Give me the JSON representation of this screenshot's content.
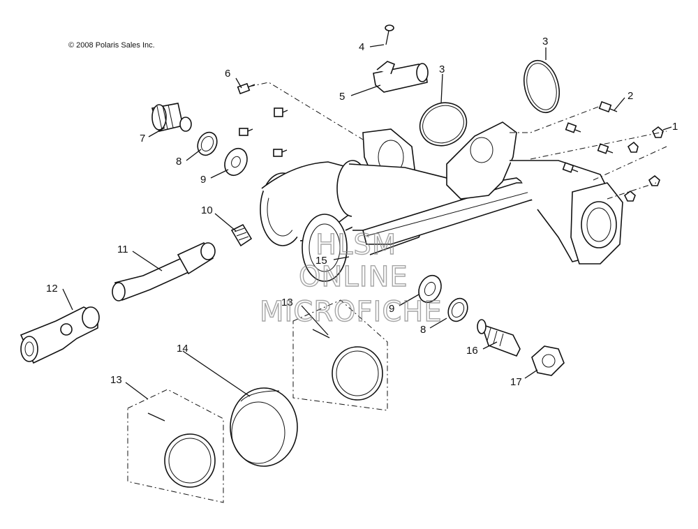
{
  "copyright": "© 2008 Polaris Sales Inc.",
  "callouts": [
    "1",
    "2",
    "3",
    "3",
    "4",
    "5",
    "6",
    "7",
    "8",
    "9",
    "10",
    "11",
    "12",
    "13",
    "14",
    "13",
    "15",
    "9",
    "8",
    "16",
    "17"
  ],
  "watermark": [
    "HLSM",
    "ONLINE",
    "MICROFICHE"
  ]
}
